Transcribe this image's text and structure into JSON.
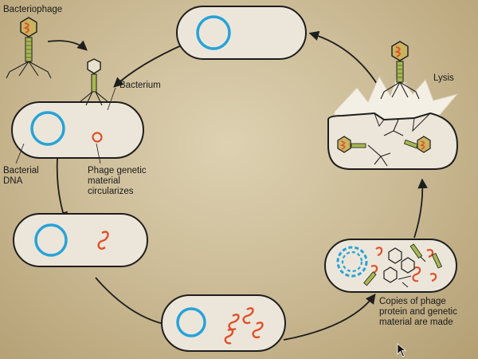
{
  "labels": {
    "bacteriophage": "Bacteriophage",
    "bacterium": "Bacterium",
    "bacterial_dna": "Bacterial\nDNA",
    "phage_genetic_material": "Phage genetic\nmaterial\ncircularizes",
    "lysis": "Lysis",
    "copies": "Copies of phage\nprotein and genetic\nmaterial are made"
  },
  "colors": {
    "background": "#cdbd98",
    "cell_fill": "#ece6da",
    "cell_outline": "#1e1e1e",
    "bacterial_dna": "#27a3d8",
    "phage_dna": "#e0502a",
    "phage_tail": "#a7b852",
    "phage_head": "#c9b35f",
    "arrow": "#1e1e1e"
  },
  "stages": [
    "infection",
    "circularization",
    "replication",
    "more-replication",
    "assembly",
    "lysis",
    "new-cycle"
  ]
}
